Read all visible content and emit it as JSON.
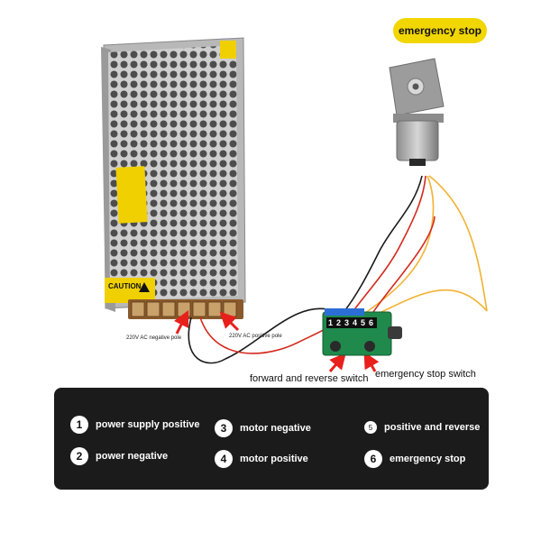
{
  "badge": {
    "label": "emergency stop"
  },
  "psu": {
    "warning_text": "CAUTION !",
    "terminal_count": 7
  },
  "captions": {
    "negative_pole": "220V AC negative pole",
    "positive_pole": "220V AC positive pole"
  },
  "board": {
    "pin_labels": [
      "1",
      "2",
      "3",
      "4",
      "5",
      "6"
    ]
  },
  "switch_labels": {
    "forward_reverse": "forward and reverse switch",
    "emergency_stop": "emergency stop switch"
  },
  "legend": {
    "items": [
      {
        "num": "1",
        "label": "power supply positive"
      },
      {
        "num": "2",
        "label": "power negative"
      },
      {
        "num": "3",
        "label": "motor negative"
      },
      {
        "num": "4",
        "label": "motor positive"
      },
      {
        "num": "5",
        "label": "positive and reverse"
      },
      {
        "num": "6",
        "label": "emergency stop"
      }
    ]
  },
  "colors": {
    "badge": "#f2d600",
    "legend_bg": "#1b1b1b",
    "arrow": "#e8201c",
    "board": "#1f8a4c",
    "wire_red": "#d42a1e",
    "wire_black": "#1a1a1a",
    "wire_yellow": "#f2b233"
  }
}
